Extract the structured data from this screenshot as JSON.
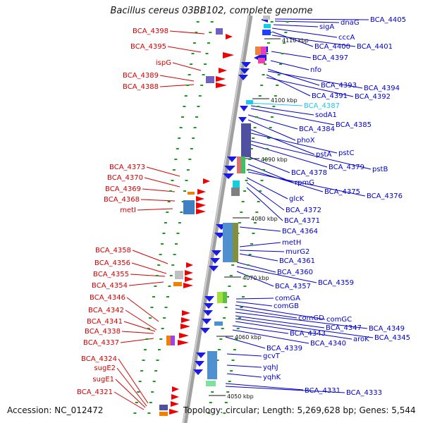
{
  "title": "Bacillus cereus 03BB102, complete genome",
  "footer": {
    "accession": "Accession: NC_012472",
    "topology": "Topology: circular; Length: 5,269,628 bp; Genes: 5,544"
  },
  "colors": {
    "forward": "#ee0000",
    "reverse": "#1a1ae6",
    "highlight": "#1ec8f0",
    "backbone": "#9a9a9a"
  },
  "kbp_marks": [
    "4110 kbp",
    "4100 kbp",
    "4090 kbp",
    "4080 kbp",
    "4070 kbp",
    "4060 kbp",
    "4050 kbp"
  ],
  "left_labels": [
    "BCA_4398",
    "BCA_4395",
    "ispG",
    "BCA_4389",
    "BCA_4388",
    "BCA_4373",
    "BCA_4370",
    "BCA_4369",
    "BCA_4368",
    "metI",
    "BCA_4358",
    "BCA_4356",
    "BCA_4355",
    "BCA_4354",
    "BCA_4346",
    "BCA_4342",
    "BCA_4341",
    "BCA_4338",
    "BCA_4337",
    "BCA_4324",
    "sugE2",
    "sugE1",
    "BCA_4321"
  ],
  "right_labels": [
    "BCA_4405",
    "dnaG",
    "sigA",
    "cccA",
    "BCA_4400",
    "BCA_4401",
    "BCA_4397",
    "nfo",
    "BCA_4393",
    "BCA_4394",
    "BCA_4391",
    "BCA_4392",
    "BCA_4387",
    "sodA1",
    "BCA_4385",
    "BCA_4384",
    "phoX",
    "pstA",
    "pstC",
    "pstB",
    "BCA_4379",
    "BCA_4378",
    "rpmG",
    "BCA_4375",
    "BCA_4376",
    "glcK",
    "BCA_4372",
    "BCA_4371",
    "BCA_4364",
    "metH",
    "murG2",
    "BCA_4361",
    "BCA_4360",
    "BCA_4359",
    "BCA_4357",
    "comGA",
    "comGB",
    "comGC",
    "comGD",
    "BCA_4349",
    "BCA_4347",
    "BCA_4345",
    "aroK",
    "BCA_4343",
    "BCA_4340",
    "BCA_4339",
    "gcvT",
    "yqhJ",
    "yqhK",
    "BCA_4331",
    "BCA_4333"
  ]
}
